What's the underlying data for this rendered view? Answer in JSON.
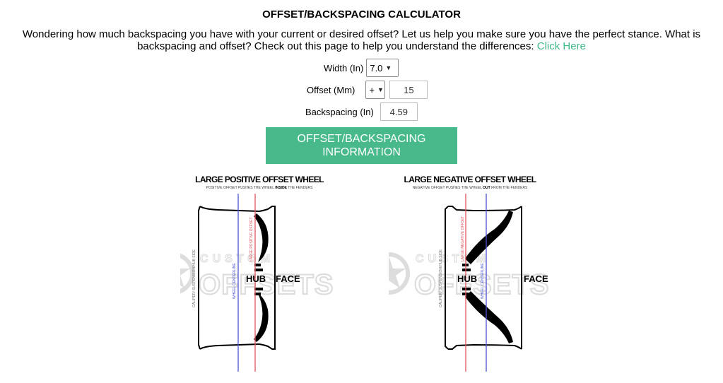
{
  "page": {
    "title": "OFFSET/BACKSPACING CALCULATOR",
    "intro": "Wondering how much backspacing you have with your current or desired offset? Let us help you make sure you have the perfect stance. What is backspacing and offset? Check out this page to help you understand the differences:",
    "intro_link": "Click Here"
  },
  "form": {
    "width_label": "Width (In)",
    "width_value": "7.0",
    "offset_label": "Offset (Mm)",
    "offset_sign": "+",
    "offset_value": "15",
    "backspacing_label": "Backspacing (In)",
    "backspacing_value": "4.59",
    "button_label": "OFFSET/BACKSPACING INFORMATION"
  },
  "diagrams": {
    "positive": {
      "title": "LARGE POSITIVE OFFSET WHEEL",
      "subtitle_pre": "POSITIVE OFFSET PUSHES THE WHEEL ",
      "subtitle_em": "INSIDE",
      "subtitle_post": " THE FENDERS",
      "hub": "HUB",
      "face": "FACE",
      "side_label": "CALIPER/ SUSPENSION/HUB SIDE",
      "centerline_label": "WHEEL CENTERLINE",
      "offset_label": "LARGE POSITIVE OFFSET"
    },
    "negative": {
      "title": "LARGE NEGATIVE OFFSET WHEEL",
      "subtitle_pre": "NEGATIVE OFFSET PUSHES THE WHEEL ",
      "subtitle_em": "OUT",
      "subtitle_post": " FROM THE FENDERS",
      "hub": "HUB",
      "face": "FACE",
      "side_label": "CALIPER/ SUSPENSION/HUB SIDE",
      "centerline_label": "WHEEL CENTERLINE",
      "offset_label": "LARGE NEGATIVE OFFSET"
    },
    "watermark": {
      "top": "CUSTOM",
      "bottom": "OFFSETS"
    }
  },
  "colors": {
    "accent": "#47b98a",
    "link": "#40b888",
    "centerline": "#4a55d6",
    "offset_line": "#e0545a"
  },
  "icons": {
    "watermark_logo": "wheel-logo-icon",
    "select_arrow": "chevron-down-icon"
  }
}
